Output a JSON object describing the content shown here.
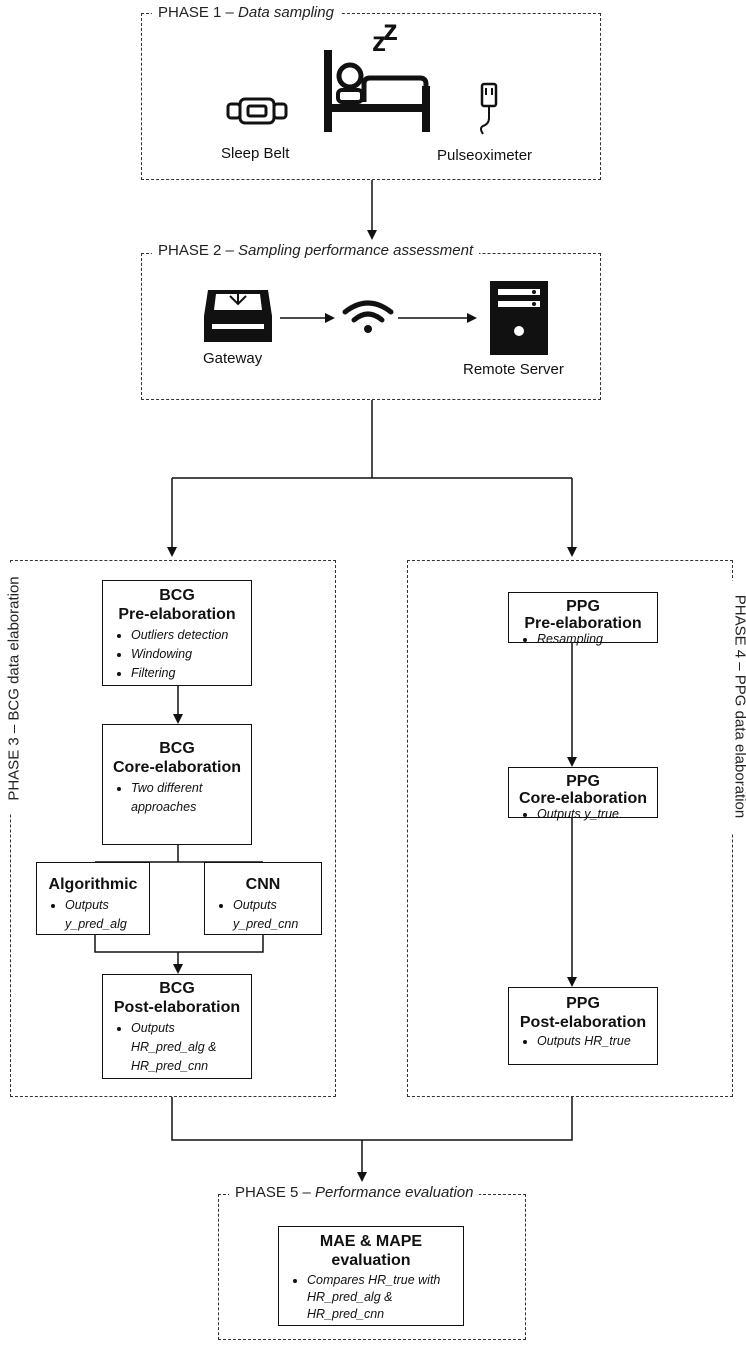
{
  "phase1": {
    "title_prefix": "PHASE 1 – ",
    "title_italic": "Data sampling",
    "sleep_belt": "Sleep Belt",
    "pulseoximeter": "Pulseoximeter",
    "zzz": "z"
  },
  "phase2": {
    "title_prefix": "PHASE 2 – ",
    "title_italic": "Sampling performance assessment",
    "gateway": "Gateway",
    "remote_server": "Remote Server"
  },
  "phase3": {
    "title_prefix": "PHASE 3 – ",
    "title_italic": "BCG data elaboration",
    "pre": {
      "line1": "BCG",
      "line2": "Pre-elaboration",
      "bullets": [
        "Outliers detection",
        "Windowing",
        "Filtering"
      ]
    },
    "core": {
      "line1": "BCG",
      "line2": "Core-elaboration",
      "bullets": [
        "Two different approaches"
      ]
    },
    "alg": {
      "title": "Algorithmic",
      "bullets": [
        "Outputs y_pred_alg"
      ]
    },
    "cnn": {
      "title": "CNN",
      "bullets": [
        "Outputs y_pred_cnn"
      ]
    },
    "post": {
      "line1": "BCG",
      "line2": "Post-elaboration",
      "bullets": [
        "Outputs HR_pred_alg & HR_pred_cnn"
      ]
    }
  },
  "phase4": {
    "title_prefix": "PHASE 4 – ",
    "title_italic": "PPG data elaboration",
    "pre": {
      "line1": "PPG",
      "line2": "Pre-elaboration",
      "bullets": [
        "Resampling"
      ]
    },
    "core": {
      "line1": "PPG",
      "line2": "Core-elaboration",
      "bullets": [
        "Outputs y_true"
      ]
    },
    "post": {
      "line1": "PPG",
      "line2": "Post-elaboration",
      "bullets": [
        "Outputs HR_true"
      ]
    }
  },
  "phase5": {
    "title_prefix": "PHASE 5 – ",
    "title_italic": "Performance evaluation",
    "eval": {
      "line1": "MAE & MAPE",
      "line2": "evaluation",
      "bullets": [
        "Compares HR_true with HR_pred_alg & HR_pred_cnn"
      ]
    }
  }
}
